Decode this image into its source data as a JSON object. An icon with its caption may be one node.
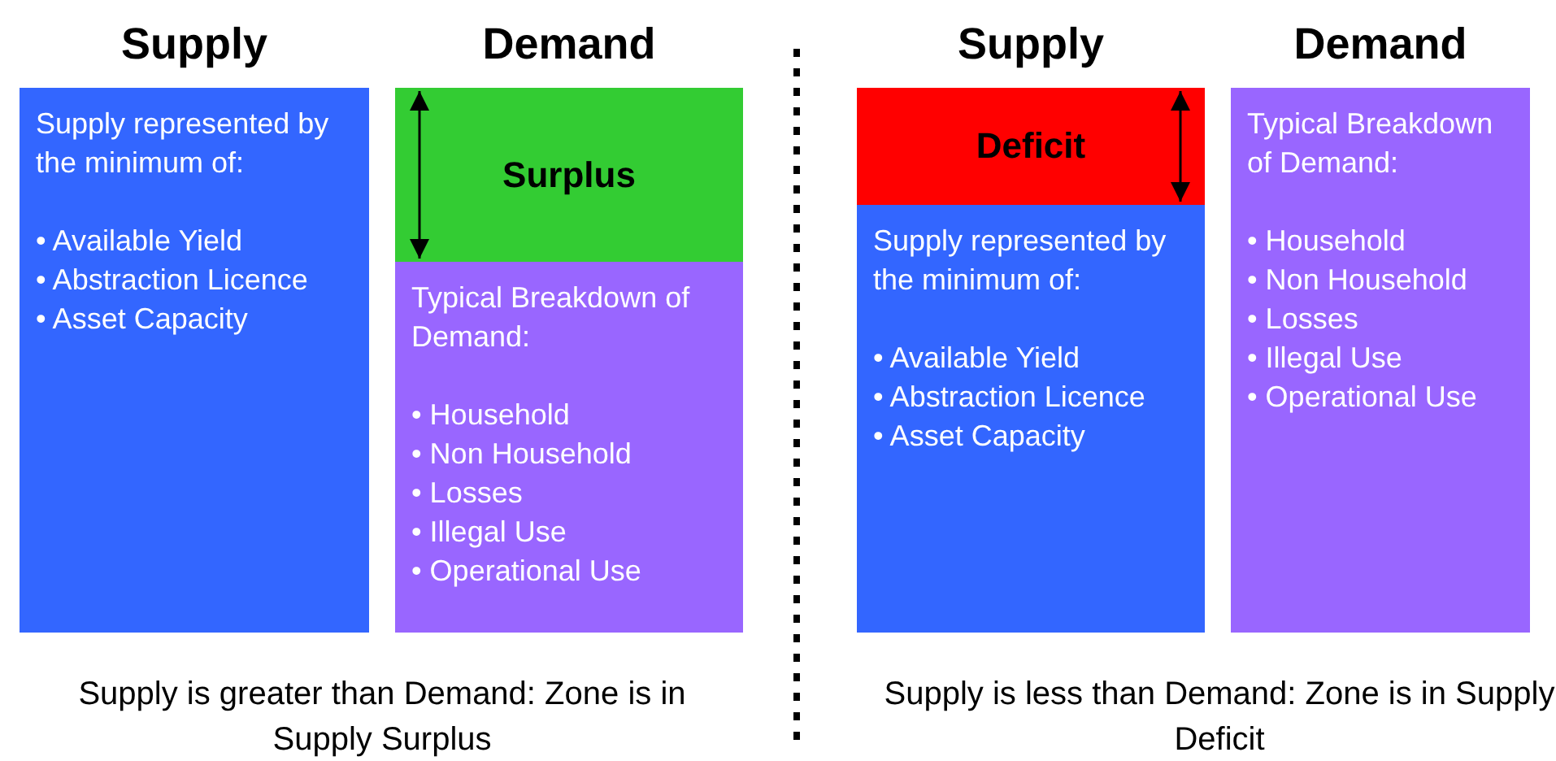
{
  "diagram": {
    "nodes": [
      {
        "text": [
          "Supply represented by the minimum of:",
          "• Available Yield",
          "• Abstraction Licence",
          "• Asset Capacity"
        ]
      },
      {
        "text": [
          "Surplus"
        ]
      },
      {
        "text": [
          "Typical Breakdown of Demand:",
          "• Household",
          "• Non Household",
          "• Losses",
          "• Illegal Use",
          "• Operational Use"
        ]
      },
      {
        "text": [
          "Deficit"
        ]
      },
      {
        "text": [
          "Supply represented by the minimum of:",
          "• Available Yield",
          "• Abstraction Licence",
          "• Asset Capacity"
        ]
      },
      {
        "text": [
          "Typical Breakdown of Demand:",
          "• Household",
          "• Non Household",
          "• Losses",
          "• Illegal Use",
          "• Operational Use"
        ]
      }
    ],
    "labels": [
      "Supply",
      "Demand",
      "Supply",
      "Demand",
      "Supply is greater than Demand: Zone is in Supply Surplus",
      "Supply is less than Demand: Zone is in Supply Deficit"
    ]
  }
}
